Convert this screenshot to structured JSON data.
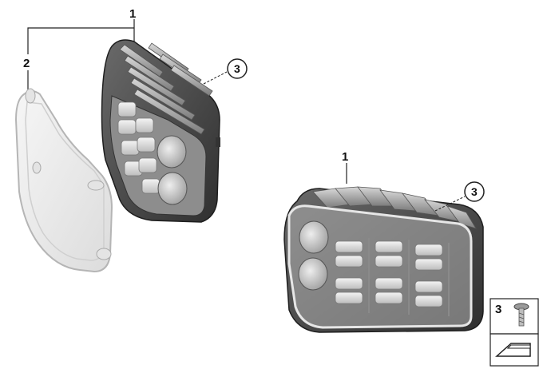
{
  "callouts": {
    "top_part_number": "1",
    "cover_part_number": "2",
    "top_screw_ref": "3",
    "right_part_number": "1",
    "right_screw_ref": "3",
    "legend_screw_number": "3"
  },
  "watermark": "",
  "colors": {
    "housing_dark": "#4a4a4a",
    "housing_mid": "#6e6e6e",
    "fin_light": "#b9b9b9",
    "module_light": "#e2e2e2",
    "cover_glass": "#ededed",
    "line": "#222222"
  },
  "icons": [
    "screw-icon",
    "ruler-icon"
  ]
}
